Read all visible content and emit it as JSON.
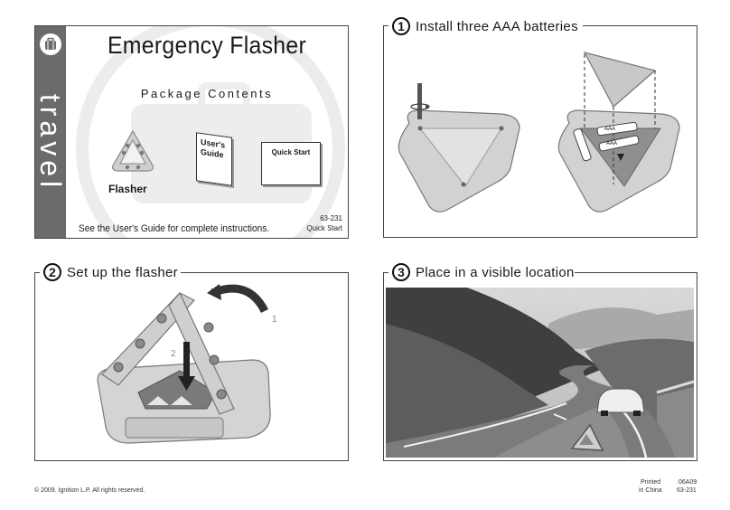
{
  "cover": {
    "brand_vertical": "travel",
    "title": "Emergency Flasher",
    "package_heading": "Package Contents",
    "item_flasher": "Flasher",
    "guide_text": "User's Guide",
    "quickstart_card": "Quick Start",
    "footer_text": "See the User's Guide for complete instructions.",
    "model": "63-231",
    "doc_type": "Quick Start",
    "icon": "suitcase-icon"
  },
  "steps": [
    {
      "number": "1",
      "title": "Install three AAA batteries",
      "battery_label": "AAA"
    },
    {
      "number": "2",
      "title": "Set up the flasher",
      "arrow1_label": "1",
      "arrow2_label": "2"
    },
    {
      "number": "3",
      "title": "Place in a visible location"
    }
  ],
  "footer": {
    "copyright": "© 2009. Ignition L.P. All rights reserved.",
    "printed_label": "Printed",
    "country": "in China",
    "print_code": "06A09",
    "model": "63-231"
  },
  "colors": {
    "sidebar": "#6b6b6b",
    "frame": "#444444",
    "accent": "#2a2a2a"
  }
}
